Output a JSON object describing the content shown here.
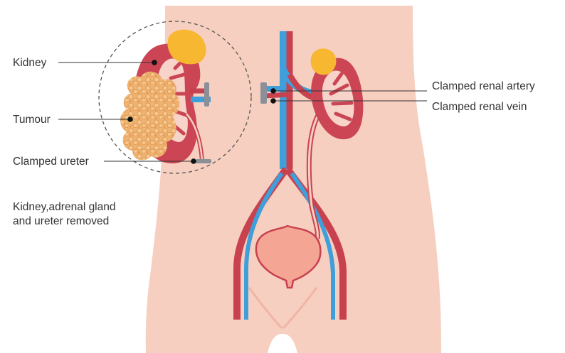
{
  "labels": {
    "kidney": "Kidney",
    "tumour": "Tumour",
    "clamped_ureter": "Clamped ureter",
    "removed_line1": "Kidney,adrenal gland",
    "removed_line2": "and ureter removed",
    "clamped_renal_artery": "Clamped renal artery",
    "clamped_renal_vein": "Clamped renal vein"
  },
  "colors": {
    "skin": "#f7cfc0",
    "artery": "#c8414f",
    "vein": "#3f9fda",
    "kidney": "#cc4554",
    "kidney_inner": "#f7d3c9",
    "adrenal": "#f7b731",
    "tumour": "#f0b370",
    "bladder": "#f4a593",
    "clamp": "#8a8f98",
    "leader": "#333333",
    "dashed_circle": "#555555"
  }
}
